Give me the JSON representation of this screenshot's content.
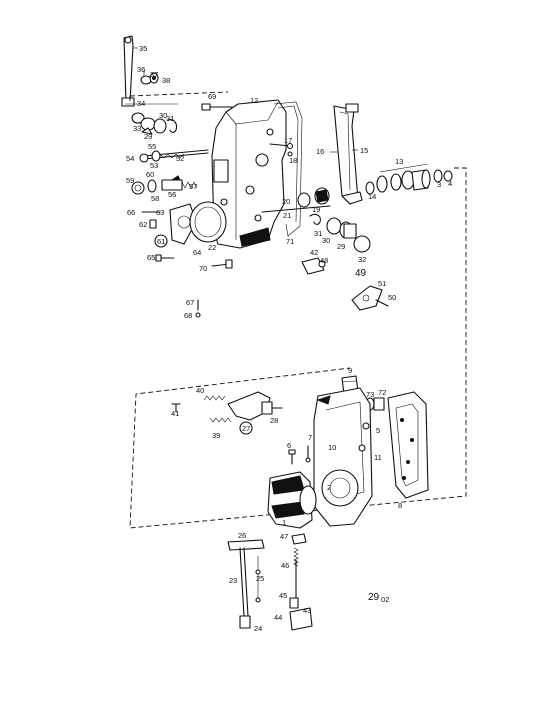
{
  "figure_number": {
    "main": "29",
    "sub": "02"
  },
  "callouts": [
    {
      "id": "c35",
      "text": "35"
    },
    {
      "id": "c36",
      "text": "36"
    },
    {
      "id": "c37",
      "text": "37"
    },
    {
      "id": "c38",
      "text": "38"
    },
    {
      "id": "c34",
      "text": "34"
    },
    {
      "id": "c69",
      "text": "69"
    },
    {
      "id": "c12",
      "text": "12"
    },
    {
      "id": "c30",
      "text": "30"
    },
    {
      "id": "c33",
      "text": "33"
    },
    {
      "id": "c29a",
      "text": "29"
    },
    {
      "id": "c31a",
      "text": "31"
    },
    {
      "id": "c55",
      "text": "55"
    },
    {
      "id": "c54",
      "text": "54"
    },
    {
      "id": "c53a",
      "text": "53"
    },
    {
      "id": "c52",
      "text": "52"
    },
    {
      "id": "c17",
      "text": "17"
    },
    {
      "id": "c18",
      "text": "18"
    },
    {
      "id": "c16",
      "text": "16"
    },
    {
      "id": "c15",
      "text": "15"
    },
    {
      "id": "c13",
      "text": "13"
    },
    {
      "id": "c60",
      "text": "60"
    },
    {
      "id": "c59",
      "text": "59"
    },
    {
      "id": "c56",
      "text": "56"
    },
    {
      "id": "c57",
      "text": "57"
    },
    {
      "id": "c58",
      "text": "58"
    },
    {
      "id": "c14",
      "text": "14"
    },
    {
      "id": "c3",
      "text": "3"
    },
    {
      "id": "c4",
      "text": "4"
    },
    {
      "id": "c66",
      "text": "66"
    },
    {
      "id": "c63",
      "text": "63"
    },
    {
      "id": "c62",
      "text": "62"
    },
    {
      "id": "c20",
      "text": "20"
    },
    {
      "id": "c19",
      "text": "19"
    },
    {
      "id": "c21",
      "text": "21"
    },
    {
      "id": "c61",
      "text": "61"
    },
    {
      "id": "c64",
      "text": "64"
    },
    {
      "id": "c22",
      "text": "22"
    },
    {
      "id": "c71",
      "text": "71"
    },
    {
      "id": "c31b",
      "text": "31"
    },
    {
      "id": "c30b",
      "text": "30"
    },
    {
      "id": "c29b",
      "text": "29"
    },
    {
      "id": "c32",
      "text": "32"
    },
    {
      "id": "c65",
      "text": "65"
    },
    {
      "id": "c42",
      "text": "42"
    },
    {
      "id": "c48",
      "text": "48"
    },
    {
      "id": "c70",
      "text": "70"
    },
    {
      "id": "c49",
      "text": "49"
    },
    {
      "id": "c51",
      "text": "51"
    },
    {
      "id": "c50",
      "text": "50"
    },
    {
      "id": "c67",
      "text": "67"
    },
    {
      "id": "c68",
      "text": "68"
    },
    {
      "id": "c9",
      "text": "9"
    },
    {
      "id": "c40",
      "text": "40"
    },
    {
      "id": "c73",
      "text": "73"
    },
    {
      "id": "c72",
      "text": "72"
    },
    {
      "id": "c41",
      "text": "41"
    },
    {
      "id": "c28",
      "text": "28"
    },
    {
      "id": "c39",
      "text": "39"
    },
    {
      "id": "c27",
      "text": "27"
    },
    {
      "id": "c5",
      "text": "5"
    },
    {
      "id": "c10",
      "text": "10"
    },
    {
      "id": "c6",
      "text": "6"
    },
    {
      "id": "c7",
      "text": "7"
    },
    {
      "id": "c11",
      "text": "11"
    },
    {
      "id": "c2",
      "text": "2"
    },
    {
      "id": "c1",
      "text": "1"
    },
    {
      "id": "c8",
      "text": "8"
    },
    {
      "id": "c26",
      "text": "26"
    },
    {
      "id": "c47",
      "text": "47"
    },
    {
      "id": "c23",
      "text": "23"
    },
    {
      "id": "c25",
      "text": "25"
    },
    {
      "id": "c46",
      "text": "46"
    },
    {
      "id": "c45",
      "text": "45"
    },
    {
      "id": "c44",
      "text": "44"
    },
    {
      "id": "c43",
      "text": "43"
    },
    {
      "id": "c24",
      "text": "24"
    },
    {
      "id": "c53b",
      "text": "53"
    }
  ]
}
